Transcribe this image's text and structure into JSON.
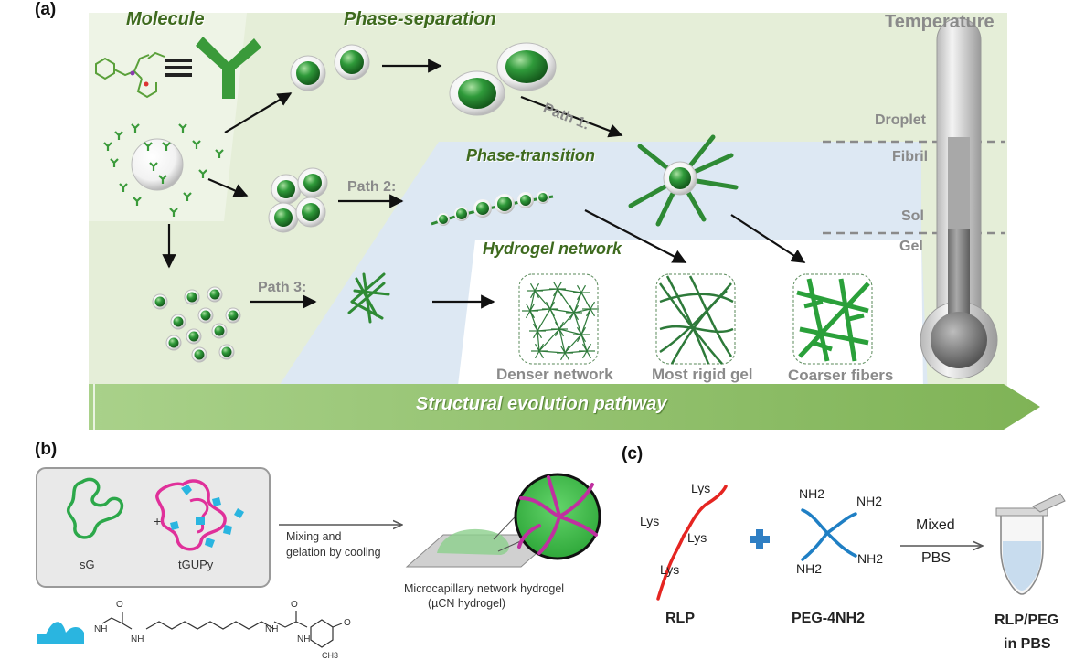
{
  "panel_a": {
    "label": "(a)",
    "molecule": "Molecule",
    "phase_separation": "Phase-separation",
    "phase_transition": "Phase-transition",
    "hydrogel_network": "Hydrogel network",
    "temperature": "Temperature",
    "states": [
      "Droplet",
      "Fibril",
      "Sol",
      "Gel"
    ],
    "paths": [
      "Path 1:",
      "Path 2:",
      "Path 3:"
    ],
    "networks": [
      "Denser network",
      "Most rigid gel",
      "Coarser fibers"
    ],
    "pathway": "Structural evolution pathway"
  },
  "panel_b": {
    "label": "(b)",
    "sg": "sG",
    "plus": "+",
    "tgupy": "tGUPy",
    "mixing_line1": "Mixing and",
    "mixing_line2": "gelation by cooling",
    "hydrogel_line1": "Microcapillary network hydrogel",
    "hydrogel_line2": "(µCN hydrogel)",
    "chem": {
      "nh": "NH",
      "h": "H",
      "o": "O",
      "ch3": "CH3",
      "n": "N"
    }
  },
  "panel_c": {
    "label": "(c)",
    "lys": "Lys",
    "nh2": "NH2",
    "mixed": "Mixed",
    "pbs": "PBS",
    "rlp": "RLP",
    "peg": "PEG-4NH2",
    "result_line1": "RLP/PEG",
    "result_line2": "in PBS"
  },
  "colors": {
    "green_dark": "#2f8a34",
    "phase_bg": "#e3edd6",
    "transition_bg": "#dbe7f3",
    "arrow_band": "#8fbf6a",
    "cyan": "#2ab5e0",
    "magenta": "#e0309a",
    "red": "#e52521",
    "blue": "#1f7fc4"
  }
}
